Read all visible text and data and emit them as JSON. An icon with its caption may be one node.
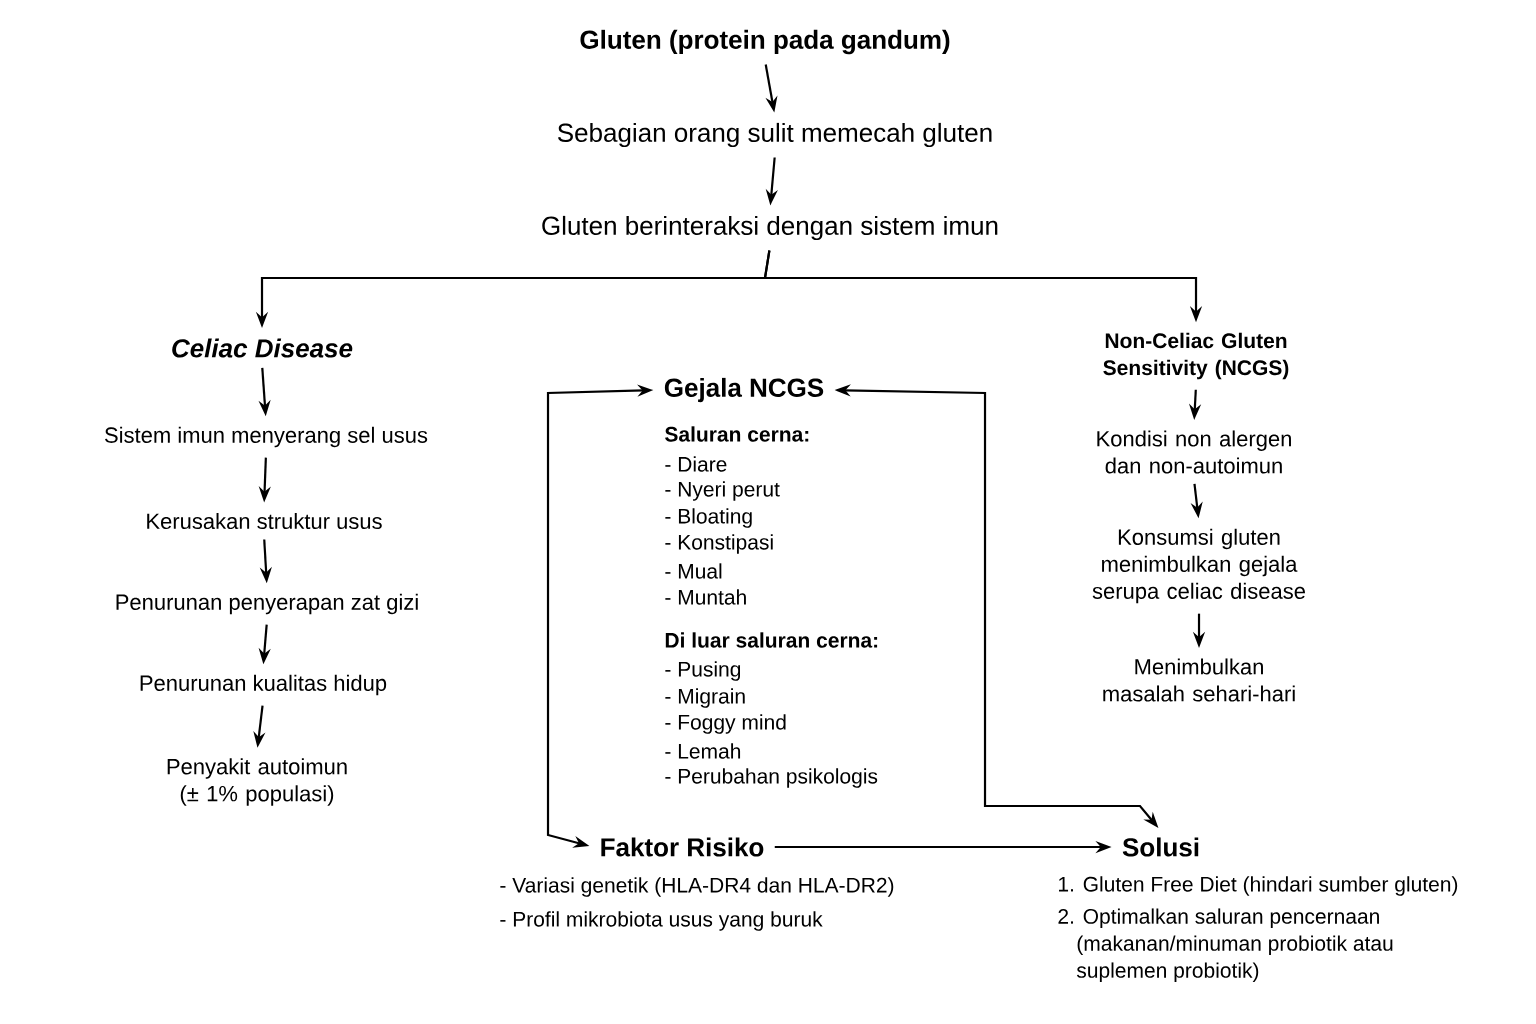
{
  "diagram": {
    "nodes": [
      {
        "text": [
          "Gluten (protein pada gandum)"
        ]
      },
      {
        "text": [
          "Sebagian orang sulit memecah gluten"
        ]
      },
      {
        "text": [
          "Gluten berinteraksi dengan sistem imun"
        ]
      },
      {
        "text": [
          "Celiac Disease"
        ]
      },
      {
        "text": [
          "Sistem imun menyerang sel usus"
        ]
      },
      {
        "text": [
          "Kerusakan struktur usus"
        ]
      },
      {
        "text": [
          "Penurunan penyerapan zat gizi"
        ]
      },
      {
        "text": [
          "Penurunan kualitas hidup"
        ]
      },
      {
        "text": [
          "Penyakit autoimun (± 1% populasi)"
        ]
      },
      {
        "text": [
          "Non-Celiac Gluten Sensitivity (NCGS)"
        ]
      },
      {
        "text": [
          "Kondisi non alergen dan non-autoimun"
        ]
      },
      {
        "text": [
          "Konsumsi gluten menimbulkan gejala serupa celiac disease"
        ]
      },
      {
        "text": [
          "Menimbulkan masalah sehari-hari"
        ]
      },
      {
        "text": [
          "Gejala NCGS"
        ],
        "beside": [
          "Saluran cerna:",
          "- Diare",
          "- Nyeri perut",
          "- Bloating",
          "- Konstipasi",
          "- Mual",
          "- Muntah",
          "Di luar saluran cerna:",
          "- Pusing",
          "- Migrain",
          "- Foggy mind",
          "- Lemah",
          "- Perubahan psikologis"
        ]
      },
      {
        "text": [
          "Faktor Risiko"
        ],
        "beside": [
          "- Variasi genetik (HLA-DR4 dan HLA-DR2)",
          "- Profil mikrobiota usus yang buruk"
        ]
      },
      {
        "text": [
          "Solusi"
        ],
        "beside": [
          "1. Gluten Free Diet (hindari sumber gluten)",
          "2. Optimalkan saluran pencernaan (makanan/minuman probiotik atau suplemen probiotik)"
        ]
      }
    ],
    "edges": [
      {
        "from": 0,
        "to": 1,
        "arrow": "to"
      },
      {
        "from": 1,
        "to": 2,
        "arrow": "to"
      },
      {
        "from": 2,
        "to": 3,
        "arrow": "to"
      },
      {
        "from": 2,
        "to": 9,
        "arrow": "to"
      },
      {
        "from": 3,
        "to": 4,
        "arrow": "to"
      },
      {
        "from": 4,
        "to": 5,
        "arrow": "to"
      },
      {
        "from": 5,
        "to": 6,
        "arrow": "to"
      },
      {
        "from": 6,
        "to": 7,
        "arrow": "to"
      },
      {
        "from": 7,
        "to": 8,
        "arrow": "to"
      },
      {
        "from": 9,
        "to": 10,
        "arrow": "to"
      },
      {
        "from": 10,
        "to": 11,
        "arrow": "to"
      },
      {
        "from": 11,
        "to": 12,
        "arrow": "to"
      },
      {
        "from": 14,
        "to": 13,
        "arrow": "both"
      },
      {
        "from": 15,
        "to": 13,
        "arrow": "both"
      },
      {
        "from": 14,
        "to": 15,
        "arrow": "to"
      }
    ]
  }
}
